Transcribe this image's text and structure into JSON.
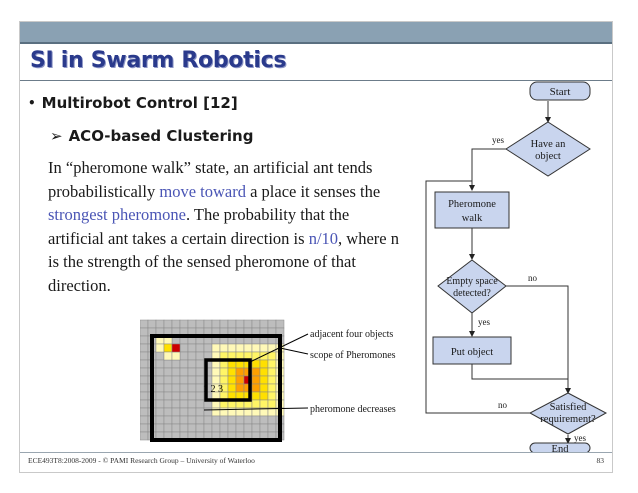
{
  "title": "SI in Swarm Robotics",
  "bullet": "Multirobot Control [12]",
  "sub_bullet": "ACO-based Clustering",
  "paragraph": {
    "p1": "In “pheromone walk” state, an artificial ant tends probabilistically ",
    "h1": "move toward",
    "p2": " a place it senses the ",
    "h2": "strongest pheromone",
    "p3": ". The probability that the artificial ant takes a certain direction is ",
    "h3": "n/10",
    "p4": ", where n is the strength of the sensed pheromone of that direction."
  },
  "flowchart": {
    "start": "Start",
    "have_object_1": "Have an",
    "have_object_2": "object",
    "yes1": "yes",
    "pheromone_1": "Pheromone",
    "pheromone_2": "walk",
    "empty_1": "Empty space",
    "empty_2": "detected?",
    "no1": "no",
    "yes2": "yes",
    "put": "Put object",
    "satisfied_1": "Satisfied",
    "satisfied_2": "requirement?",
    "no2": "no",
    "yes3": "yes",
    "end": "End"
  },
  "figure": {
    "label1": "adjacent four objects",
    "label2": "scope of Pheromones",
    "label3": "pheromone decreases",
    "numbers": "1 2 3"
  },
  "footer": "ECE493T8:2008-2009 -   ©    PAMI Research Group – University of Waterloo",
  "page_number": "83",
  "colors": {
    "title": "#2a3a8c",
    "highlight": "#4a55b5",
    "flow_box": "#c9d5ee",
    "header_bar": "#8aa1b3"
  }
}
